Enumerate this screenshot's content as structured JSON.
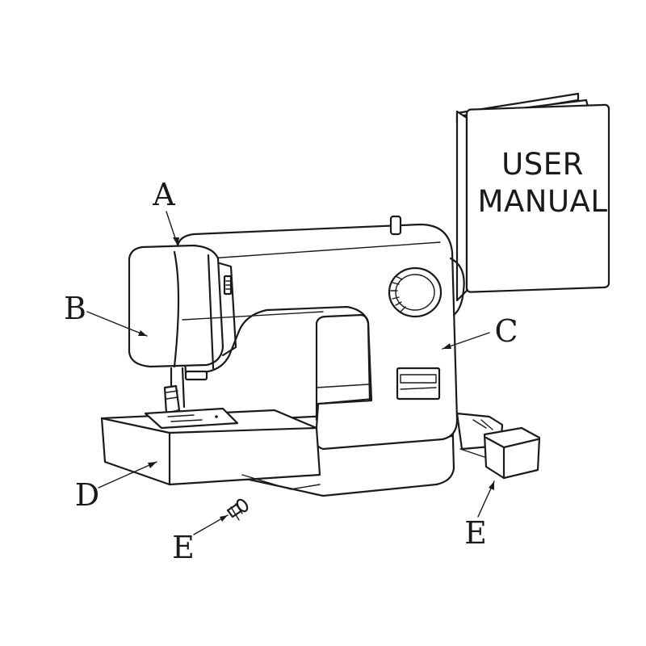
{
  "manual": {
    "line1": "USER",
    "line2": "MANUAL"
  },
  "callouts": {
    "a": "A",
    "b": "B",
    "c": "C",
    "d": "D",
    "e_screw": "E",
    "e_pedal": "E"
  }
}
